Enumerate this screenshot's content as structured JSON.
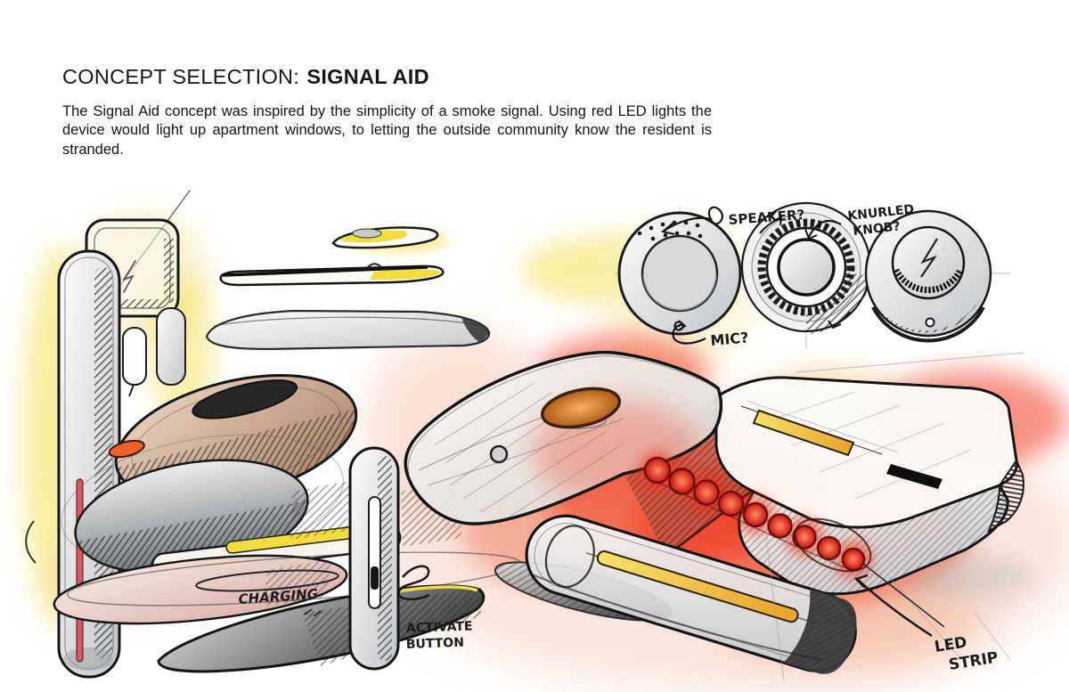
{
  "page": {
    "background": "#ffffff"
  },
  "header": {
    "title_prefix": "CONCEPT SELECTION:",
    "title_emphasis": "SIGNAL AID",
    "paragraph": "The Signal Aid concept was inspired by the simplicity of a smoke signal. Using red LED lights the device would light up apartment windows, to letting the outside community know the resident is stranded."
  },
  "sketch": {
    "annotations": {
      "speaker": "SPEAKER?",
      "knurled_line1": "KNURLED",
      "knurled_line2": "KNOB?",
      "mic": "MIC?",
      "charging": "CHARGING",
      "activate_line1": "ACTIVATE",
      "activate_line2": "BUTTON",
      "led_strip_line1": "LED",
      "led_strip_line2": "STRIP"
    },
    "colors": {
      "ink": "#1a1a1a",
      "glow_red": "#ee2a10",
      "led_dome": "#d01818",
      "accent_orange": "#ef5f26",
      "accent_yellow": "#f2dd3d",
      "wash_yellow": "#f2dc3c",
      "wash_pink": "#e9b7b4"
    }
  }
}
